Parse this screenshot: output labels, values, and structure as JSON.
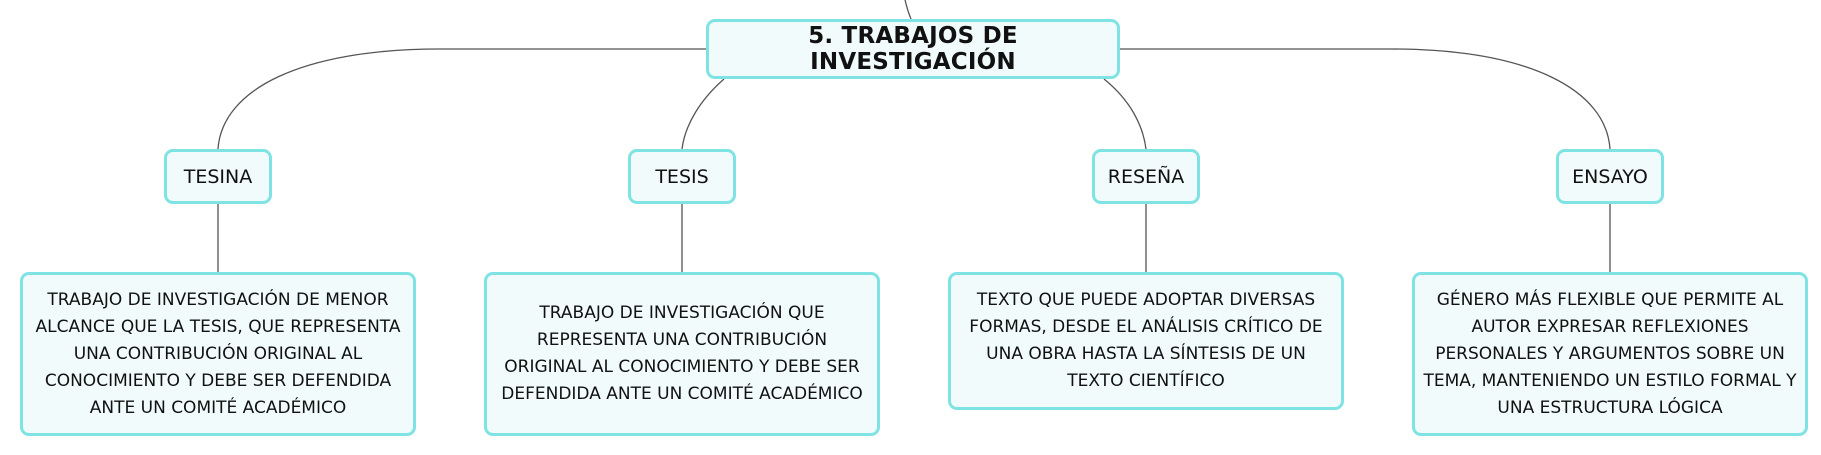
{
  "map": {
    "root": {
      "label": "5. TRABAJOS DE INVESTIGACIÓN"
    },
    "branches": [
      {
        "label": "TESINA",
        "description": "TRABAJO DE INVESTIGACIÓN DE MENOR ALCANCE QUE LA TESIS, QUE REPRESENTA UNA CONTRIBUCIÓN ORIGINAL AL CONOCIMIENTO Y DEBE SER DEFENDIDA ANTE UN COMITÉ ACADÉMICO"
      },
      {
        "label": "TESIS",
        "description": "TRABAJO DE INVESTIGACIÓN QUE REPRESENTA UNA CONTRIBUCIÓN ORIGINAL AL CONOCIMIENTO Y DEBE SER DEFENDIDA ANTE UN COMITÉ ACADÉMICO"
      },
      {
        "label": "RESEÑA",
        "description": "TEXTO QUE PUEDE ADOPTAR DIVERSAS FORMAS, DESDE EL ANÁLISIS CRÍTICO DE UNA OBRA HASTA LA SÍNTESIS DE UN TEXTO CIENTÍFICO"
      },
      {
        "label": "ENSAYO",
        "description": "GÉNERO MÁS FLEXIBLE QUE PERMITE AL AUTOR EXPRESAR REFLEXIONES PERSONALES Y ARGUMENTOS SOBRE UN TEMA, MANTENIENDO UN ESTILO FORMAL Y UNA ESTRUCTURA LÓGICA"
      }
    ]
  },
  "colors": {
    "node_border": "#7fe3e3",
    "node_fill": "#f1fbfb",
    "connector": "#555555",
    "text": "#111111"
  }
}
